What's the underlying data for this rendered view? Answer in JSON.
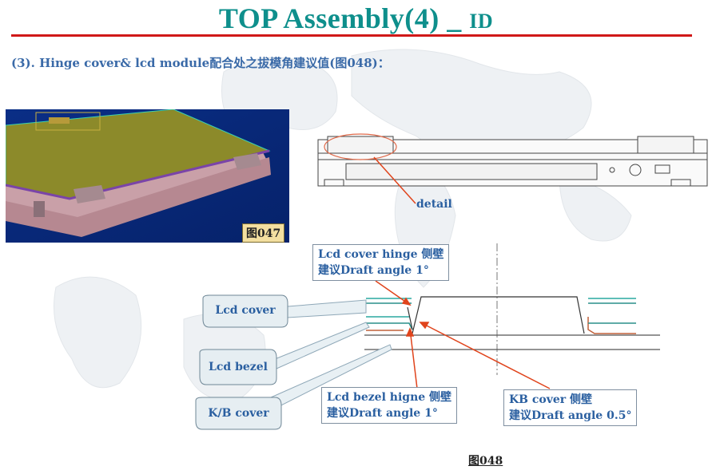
{
  "title": {
    "main": "TOP   Assembly(4) _",
    "suffix": "ID"
  },
  "subtitle": "(3). Hinge cover& lcd module配合处之拔模角建议值(图048)：",
  "photo": {
    "caption": "图047"
  },
  "detail_label": "detail",
  "callouts": {
    "lcd_hinge": [
      "Lcd cover hinge 侧壁",
      "建议Draft angle 1°"
    ],
    "lcd_bezel_hinge": [
      "Lcd bezel higne 侧壁",
      "建议Draft angle 1°"
    ],
    "kb_cover": [
      "KB cover 侧壁",
      "建议Draft angle 0.5°"
    ]
  },
  "parts": {
    "lcd_cover": "Lcd cover",
    "lcd_bezel": "Lcd bezel",
    "kb_cover": "K/B cover"
  },
  "figure_caption": "图048",
  "colors": {
    "title": "#0e8f8c",
    "rule": "#d01818",
    "accent": "#2a5fa0",
    "arrow": "#e0441c"
  }
}
